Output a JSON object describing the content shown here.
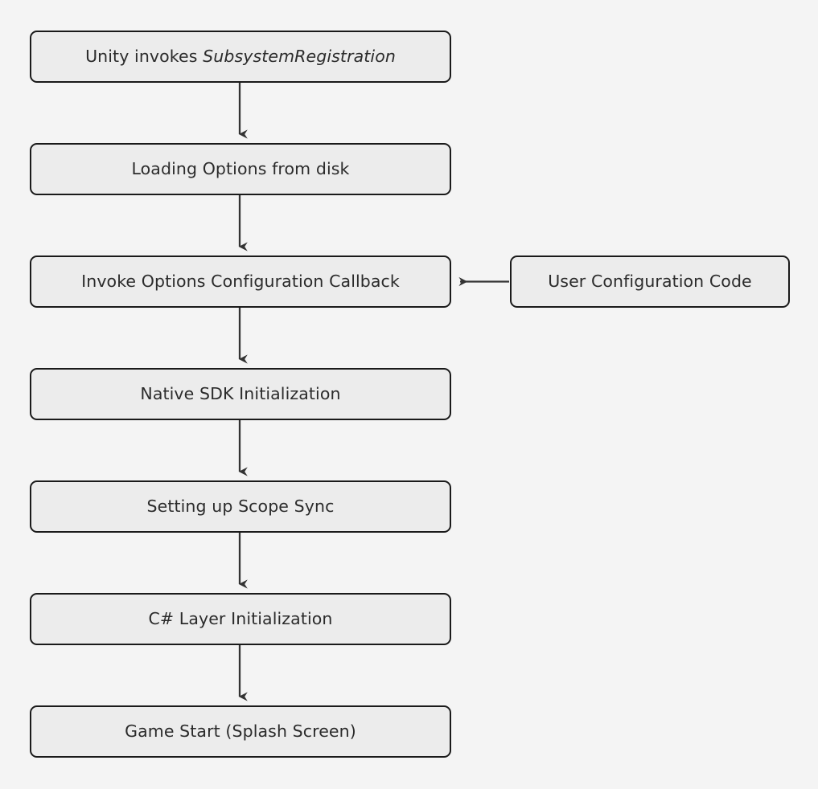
{
  "diagram": {
    "type": "flowchart",
    "direction": "top-to-bottom",
    "background_color": "#f4f4f4",
    "node_fill_color": "#ececec",
    "node_border_color": "#1a1a1a",
    "text_color": "#2b2b2b",
    "edge_color": "#333333",
    "nodes": [
      {
        "id": "subsystem-registration",
        "label_prefix": "Unity invokes ",
        "label_emphasis": "SubsystemRegistration",
        "label": "Unity invokes SubsystemRegistration"
      },
      {
        "id": "loading-options",
        "label": "Loading Options from disk"
      },
      {
        "id": "invoke-callback",
        "label": "Invoke Options Configuration Callback"
      },
      {
        "id": "native-sdk-init",
        "label": "Native SDK Initialization"
      },
      {
        "id": "scope-sync",
        "label": "Setting up Scope Sync"
      },
      {
        "id": "csharp-layer-init",
        "label": "C# Layer Initialization"
      },
      {
        "id": "game-start",
        "label": "Game Start (Splash Screen)"
      },
      {
        "id": "user-config-code",
        "label": "User Configuration Code"
      }
    ],
    "edges": [
      {
        "from": "subsystem-registration",
        "to": "loading-options",
        "label": "",
        "orientation": "vertical"
      },
      {
        "from": "loading-options",
        "to": "invoke-callback",
        "label": "",
        "orientation": "vertical"
      },
      {
        "from": "invoke-callback",
        "to": "native-sdk-init",
        "label": "",
        "orientation": "vertical"
      },
      {
        "from": "native-sdk-init",
        "to": "scope-sync",
        "label": "",
        "orientation": "vertical"
      },
      {
        "from": "scope-sync",
        "to": "csharp-layer-init",
        "label": "",
        "orientation": "vertical"
      },
      {
        "from": "csharp-layer-init",
        "to": "game-start",
        "label": "",
        "orientation": "vertical"
      },
      {
        "from": "user-config-code",
        "to": "invoke-callback",
        "label": "",
        "orientation": "horizontal-right-to-left"
      }
    ]
  }
}
